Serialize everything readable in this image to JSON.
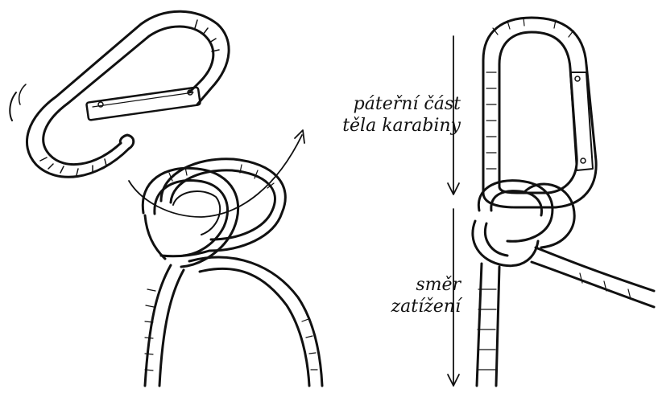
{
  "labels": {
    "spine_line1": "páteřní část",
    "spine_line2": "těla karabiny",
    "load_line1": "směr",
    "load_line2": "zatížení"
  },
  "colors": {
    "ink": "#111111",
    "background": "#ffffff"
  }
}
